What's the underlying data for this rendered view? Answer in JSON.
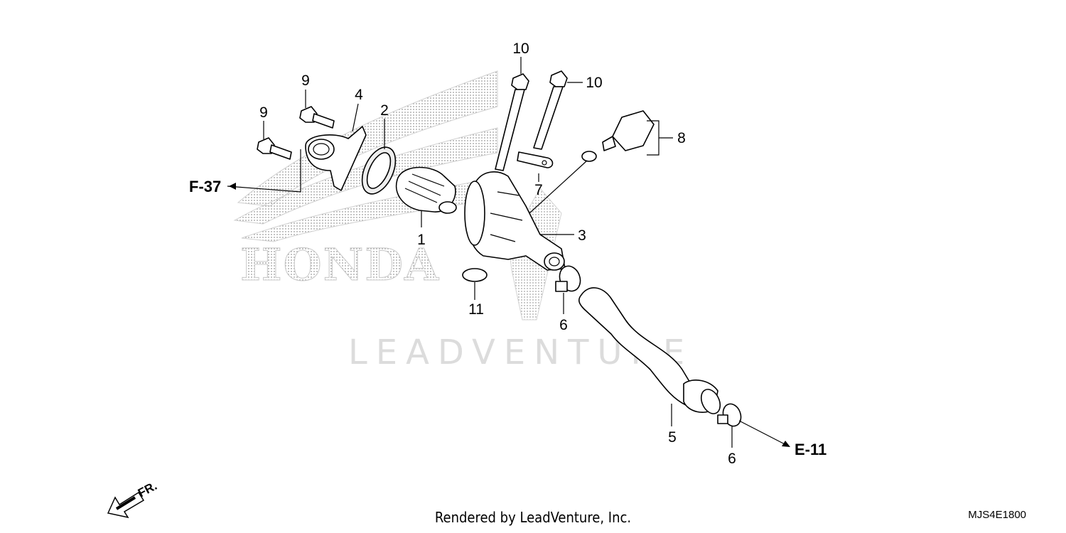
{
  "watermarks": {
    "brand": "HONDA",
    "vendor": "LEADVENTURE"
  },
  "callouts": [
    {
      "id": "c1",
      "label": "1"
    },
    {
      "id": "c2",
      "label": "2"
    },
    {
      "id": "c3",
      "label": "3"
    },
    {
      "id": "c4",
      "label": "4"
    },
    {
      "id": "c5",
      "label": "5"
    },
    {
      "id": "c6a",
      "label": "6"
    },
    {
      "id": "c6b",
      "label": "6"
    },
    {
      "id": "c7",
      "label": "7"
    },
    {
      "id": "c8",
      "label": "8"
    },
    {
      "id": "c9a",
      "label": "9"
    },
    {
      "id": "c9b",
      "label": "9"
    },
    {
      "id": "c10a",
      "label": "10"
    },
    {
      "id": "c10b",
      "label": "10"
    },
    {
      "id": "c11",
      "label": "11"
    }
  ],
  "references": {
    "left": "F-37",
    "right": "E-11"
  },
  "direction_marker": "FR.",
  "footer": "Rendered by LeadVenture, Inc.",
  "diagram_code": "MJS4E1800",
  "icons": {
    "direction": "front-direction-arrow-icon",
    "brand": "honda-wing-watermark-icon"
  }
}
